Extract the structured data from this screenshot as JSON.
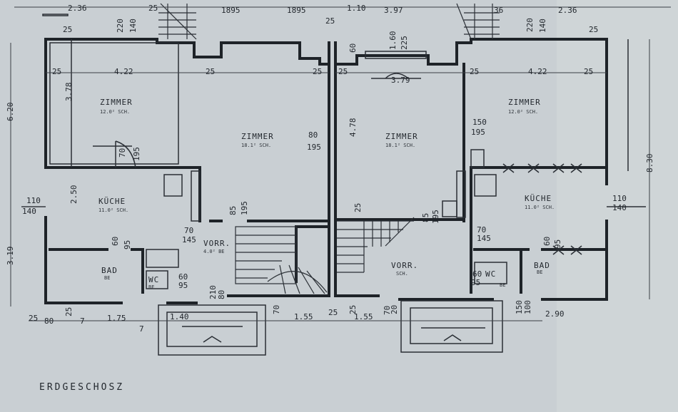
{
  "plan": {
    "title": "ERDGESCHOSZ",
    "rooms": [
      {
        "name": "ZIMMER",
        "area": "12.0² SCH."
      },
      {
        "name": "ZIMMER",
        "area": "18.1² SCH."
      },
      {
        "name": "ZIMMER",
        "area": "18.1² SCH."
      },
      {
        "name": "ZIMMER",
        "area": "12.0² SCH."
      },
      {
        "name": "KÜCHE",
        "area": "11.0² SCH."
      },
      {
        "name": "KÜCHE",
        "area": "11.0² SCH."
      },
      {
        "name": "VORR.",
        "area": "4.0² BE"
      },
      {
        "name": "VORR.",
        "area": "SCH."
      },
      {
        "name": "BAD",
        "area": "BE"
      },
      {
        "name": "BAD",
        "area": "BE"
      },
      {
        "name": "WC",
        "area": "BE"
      },
      {
        "name": "WC",
        "area": "BE"
      }
    ],
    "dims": {
      "top_2_36_l": "2.36",
      "top_1895_l": "1895",
      "top_1895_r": "1895",
      "top_25_mid": "25",
      "top_110": "1.10",
      "top_3_97": "3.97",
      "top_2_36_r": "2.36",
      "top_36": "36",
      "top_25_tl": "25",
      "top_220_l": "220",
      "top_140_l": "140",
      "top_220_r": "220",
      "top_140_r": "140",
      "d_60": "60",
      "d_160": "1.60",
      "d_225": "225",
      "d_379": "3.79",
      "d_422_l": "4.22",
      "d_422_r": "4.22",
      "d_25_a": "25",
      "d_25_b": "25",
      "d_25_c": "25",
      "d_25_d": "25",
      "d_25_e": "25",
      "d_25_f": "25",
      "d_378": "3.78",
      "d_620": "6.20",
      "d_830": "8.30",
      "d_80": "80",
      "d_195_a": "195",
      "d_478": "4.78",
      "d_150": "150",
      "d_195_b": "195",
      "d_70_a": "70",
      "d_195_c": "195",
      "d_110_l": "110",
      "d_140_l": "140",
      "d_110_r": "110",
      "d_140_r": "140",
      "d_250": "2.50",
      "d_85": "85",
      "d_195_d": "195",
      "d_25_g": "25",
      "d_85_r": "85",
      "d_195_e": "195",
      "d_70_b": "70",
      "d_145_a": "145",
      "d_70_c": "70",
      "d_145_b": "145",
      "d_60_b": "60",
      "d_95_a": "95",
      "d_60_c": "60",
      "d_95_b": "95",
      "d_60_d": "60",
      "d_95_c": "95",
      "d_60_e": "60",
      "d_95_d": "95",
      "d_319": "3.19",
      "d_210": "210",
      "d_80_b": "80",
      "b_25_a": "25",
      "b_80": "80",
      "b_25_b": "25",
      "b_7": "7",
      "b_175": "1.75",
      "b_7_b": "7",
      "b_140": "1.40",
      "b_70": "70",
      "b_155_a": "1.55",
      "b_25": "25",
      "b_155_b": "1.55",
      "b_70_b": "70",
      "b_25_c": "25",
      "b_150": "150",
      "b_100": "100",
      "b_290": "2.90",
      "b_20": "20"
    }
  }
}
